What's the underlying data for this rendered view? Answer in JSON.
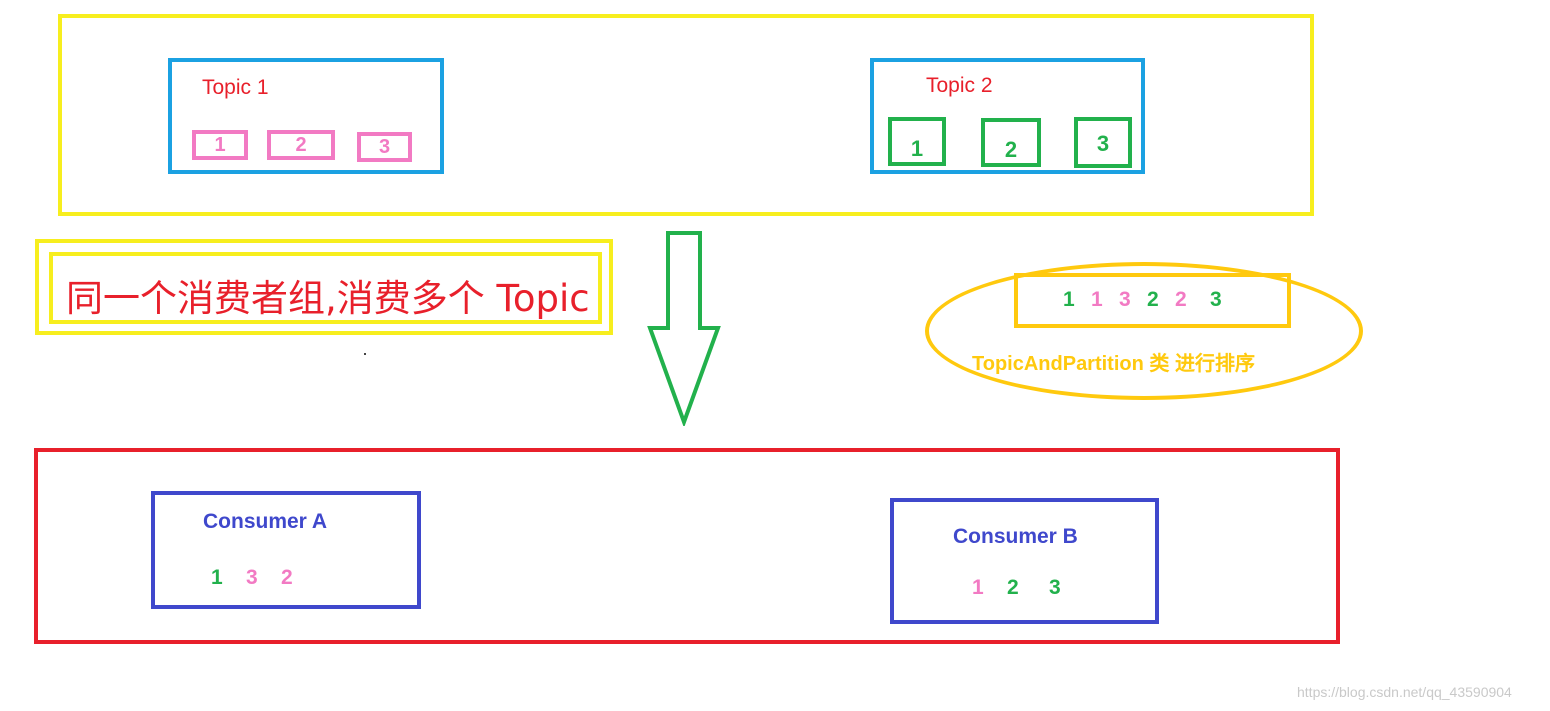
{
  "colors": {
    "yellow": "#f7ee1e",
    "blue": "#1ba1e2",
    "red": "#e8202b",
    "pink": "#f27ac3",
    "green": "#22b14c",
    "gold": "#ffc90e",
    "indigo": "#3f48cc"
  },
  "topics": [
    {
      "title": "Topic 1",
      "partitions": [
        "1",
        "2",
        "3"
      ],
      "partition_color": "pink"
    },
    {
      "title": "Topic 2",
      "partitions": [
        "1",
        "2",
        "3"
      ],
      "partition_color": "green"
    }
  ],
  "caption": "同一个消费者组,消费多个 Topic",
  "arrow_icon": "down-arrow-icon",
  "sorting": {
    "sequence": [
      {
        "value": "1",
        "color": "green"
      },
      {
        "value": "1",
        "color": "pink"
      },
      {
        "value": "3",
        "color": "pink"
      },
      {
        "value": "2",
        "color": "green"
      },
      {
        "value": "2",
        "color": "pink"
      },
      {
        "value": "3",
        "color": "green"
      }
    ],
    "label": "TopicAndPartition 类  进行排序"
  },
  "consumers": [
    {
      "name": "Consumer A",
      "assigned": [
        {
          "value": "1",
          "color": "green"
        },
        {
          "value": "3",
          "color": "pink"
        },
        {
          "value": "2",
          "color": "pink"
        }
      ]
    },
    {
      "name": "Consumer B",
      "assigned": [
        {
          "value": "1",
          "color": "pink"
        },
        {
          "value": "2",
          "color": "green"
        },
        {
          "value": "3",
          "color": "green"
        }
      ]
    }
  ],
  "watermark": "https://blog.csdn.net/qq_43590904"
}
